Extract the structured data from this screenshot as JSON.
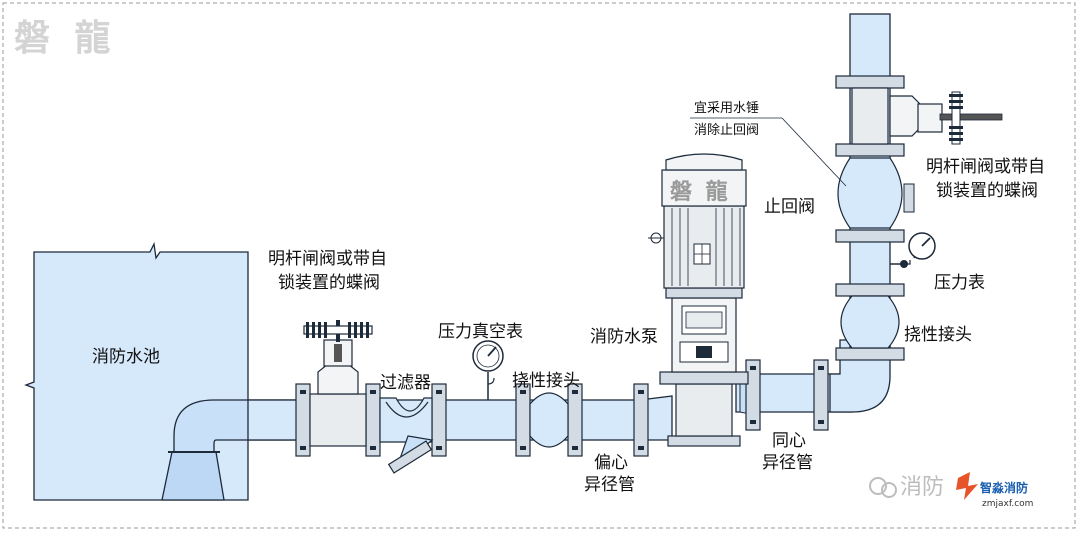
{
  "colors": {
    "water": "#d6e9fb",
    "water_dark": "#bcd8f5",
    "pipe_stroke": "#1d2a3a",
    "flange": "#d3dbe4",
    "metal": "#e9ecef",
    "border": "#9a9a9a",
    "text": "#111111"
  },
  "brand": {
    "corner": "磐 龍",
    "motor": "磐 龍"
  },
  "labels": {
    "pool": "消防水池",
    "inlet_valve_line1": "明杆闸阀或带自",
    "inlet_valve_line2": "锁装置的蝶阀",
    "strainer": "过滤器",
    "vacuum_gauge": "压力真空表",
    "flex_joint_inlet": "挠性接头",
    "pump": "消防水泵",
    "eccentric_line1": "偏心",
    "eccentric_line2": "异径管",
    "concentric_line1": "同心",
    "concentric_line2": "异径管",
    "check_valve": "止回阀",
    "water_hammer_line1": "宜采用水锤",
    "water_hammer_line2": "消除止回阀",
    "outlet_valve_line1": "明杆闸阀或带自",
    "outlet_valve_line2": "锁装置的蝶阀",
    "pressure_gauge": "压力表",
    "flex_joint_outlet": "挠性接头"
  },
  "watermark": {
    "wechat": "消防",
    "site_name": "智淼消防",
    "site_url": "zmjaxf.com"
  }
}
